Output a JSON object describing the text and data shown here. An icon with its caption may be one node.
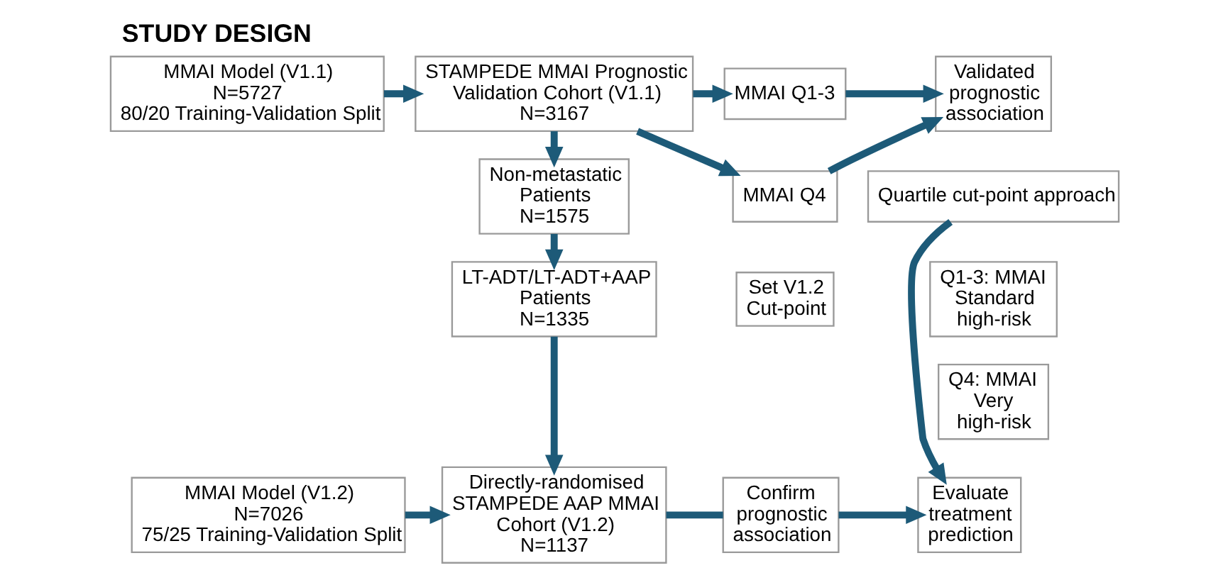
{
  "diagram": {
    "title": "STUDY DESIGN",
    "nodes": [
      {
        "text": [
          "MMAI Model (V1.1)",
          "N=5727",
          "80/20 Training-Validation Split"
        ]
      },
      {
        "text": [
          "STAMPEDE MMAI Prognostic Validation Cohort (V1.1)",
          "N=3167"
        ]
      },
      {
        "text": [
          "MMAI Q1-3"
        ]
      },
      {
        "text": [
          "Validated prognostic association"
        ]
      },
      {
        "text": [
          "MMAI Q4"
        ]
      },
      {
        "text": [
          "Quartile cut-point approach"
        ]
      },
      {
        "text": [
          "Non-metastatic Patients",
          "N=1575"
        ]
      },
      {
        "text": [
          "Q1-3: MMAI Standard high-risk"
        ]
      },
      {
        "text": [
          "LT-ADT/LT-ADT+AAP Patients",
          "N=1335"
        ]
      },
      {
        "text": [
          "Set V1.2 Cut-point"
        ]
      },
      {
        "text": [
          "Q4: MMAI Very high-risk"
        ]
      },
      {
        "text": [
          "MMAI Model (V1.2)",
          "N=7026",
          "75/25 Training-Validation Split"
        ]
      },
      {
        "text": [
          "Directly-randomised STAMPEDE AAP MMAI Cohort (V1.2)",
          "N=1137"
        ]
      },
      {
        "text": [
          "Confirm prognostic association"
        ]
      },
      {
        "text": [
          "Evaluate treatment prediction"
        ]
      }
    ],
    "edges": [
      {
        "from": 0,
        "to": 1,
        "arrow": "to"
      },
      {
        "from": 1,
        "to": 2,
        "arrow": "to"
      },
      {
        "from": 1,
        "to": 4,
        "arrow": "to"
      },
      {
        "from": 2,
        "to": 3,
        "arrow": "to"
      },
      {
        "from": 4,
        "to": 3,
        "arrow": "to"
      },
      {
        "from": 1,
        "to": 6,
        "arrow": "to"
      },
      {
        "from": 6,
        "to": 8,
        "arrow": "to"
      },
      {
        "from": 8,
        "to": 12,
        "arrow": "to"
      },
      {
        "from": 5,
        "to": 14,
        "arrow": "to"
      },
      {
        "from": 11,
        "to": 12,
        "arrow": "to"
      },
      {
        "from": 12,
        "to": 13,
        "arrow": "none"
      },
      {
        "from": 13,
        "to": 14,
        "arrow": "to"
      }
    ]
  }
}
